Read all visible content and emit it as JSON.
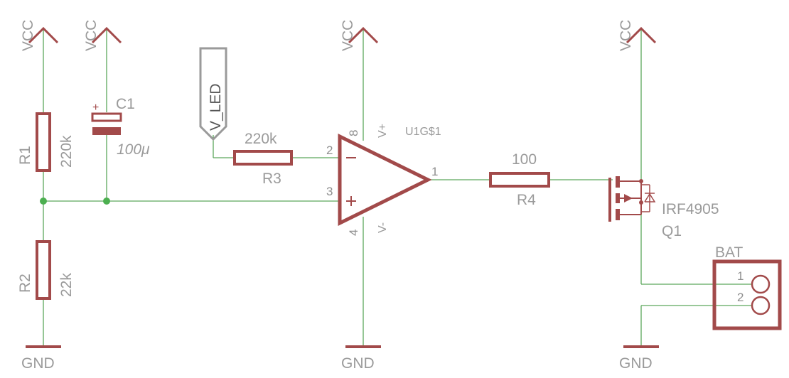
{
  "colors": {
    "part": "#a24a4a",
    "wire": "#5ca85c",
    "label": "#9a9a9a",
    "junction": "#4caf50"
  },
  "supply": {
    "vcc": "VCC",
    "gnd": "GND"
  },
  "components": {
    "r1": {
      "name": "R1",
      "value": "220k"
    },
    "r2": {
      "name": "R2",
      "value": "22k"
    },
    "r3": {
      "name": "R3",
      "value": "220k"
    },
    "r4": {
      "name": "R4",
      "value": "100"
    },
    "c1": {
      "name": "C1",
      "value": "100μ",
      "polarity": "+"
    },
    "u1": {
      "name": "U1G$1",
      "pin_in_neg": "2",
      "pin_in_pos": "3",
      "pin_out": "1",
      "pin_vplus": "8",
      "pin_vminus": "4",
      "label_vplus": "V+",
      "label_vminus": "V-",
      "sym_neg": "−",
      "sym_pos": "+"
    },
    "q1": {
      "name": "Q1",
      "value": "IRF4905"
    },
    "bat": {
      "name": "BAT",
      "pin1": "1",
      "pin2": "2"
    }
  },
  "net_label": "V_LED"
}
